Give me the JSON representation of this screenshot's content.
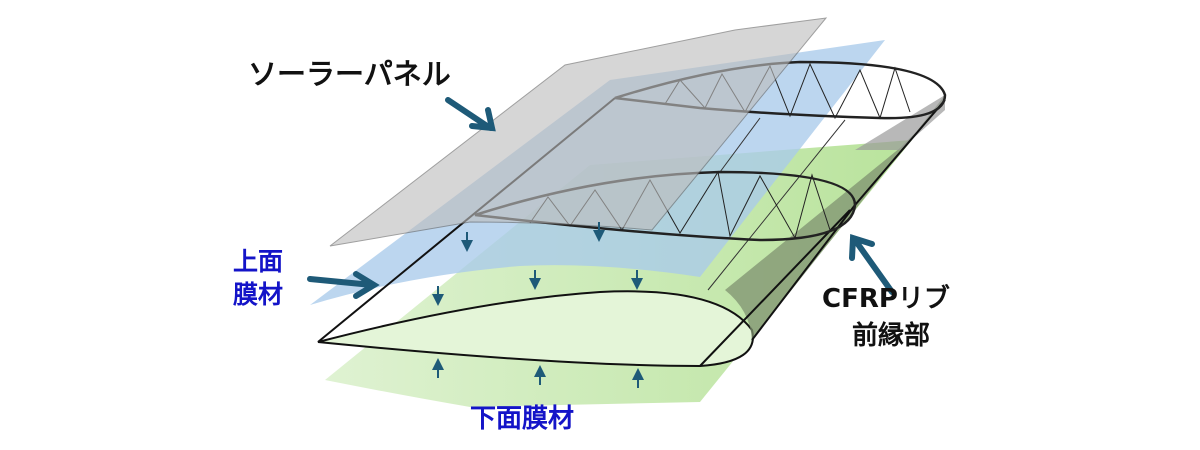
{
  "labels": {
    "solar_panel": "ソーラーパネル",
    "upper_membrane_line1": "上面",
    "upper_membrane_line2": "膜材",
    "cfrp_rib_line1": "CFRPリブ",
    "cfrp_rib_line2": "前縁部",
    "lower_membrane": "下面膜材"
  },
  "colors": {
    "solar_panel": "#c8c8c8",
    "upper_membrane": "#a9cbea",
    "lower_membrane": "#cdeab8",
    "leading_edge": "#8a9a80",
    "arrow": "#1e5a78",
    "label_blue": "#1414c8",
    "label_black": "#111111"
  }
}
